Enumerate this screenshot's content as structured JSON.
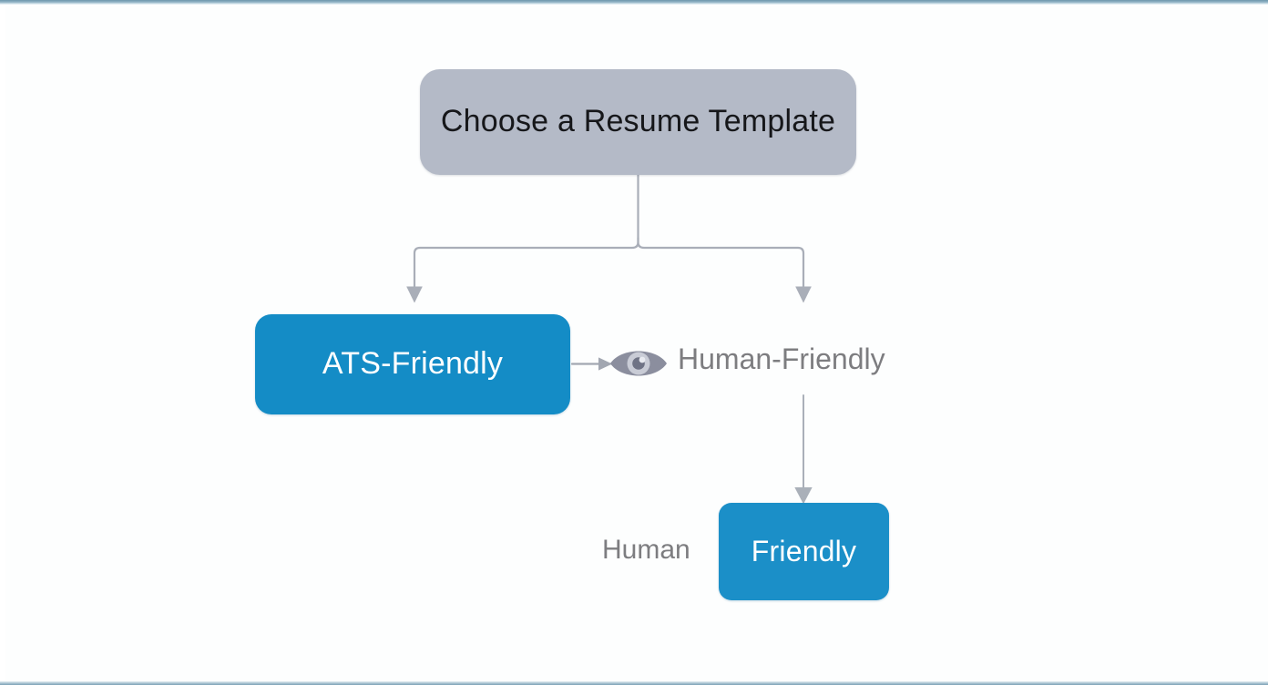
{
  "diagram": {
    "title_node": {
      "label": "Choose a Resume Template",
      "fill": "#b4bac7",
      "text_color": "#16171a"
    },
    "nodes": [
      {
        "id": "ats",
        "label": "ATS-Friendly",
        "fill": "#148cc6",
        "text_color": "#ffffff"
      },
      {
        "id": "friendly",
        "label": "Friendly",
        "fill": "#1b8fc8",
        "text_color": "#ffffff"
      }
    ],
    "labels": [
      {
        "id": "human-friendly",
        "text": "Human-Friendly",
        "color": "#7d7d80"
      },
      {
        "id": "human",
        "text": "Human",
        "color": "#7d7d80"
      }
    ],
    "icons": [
      {
        "id": "eye",
        "name": "eye-icon",
        "color": "#8b8e9e"
      }
    ],
    "connectors": {
      "color": "#a9aeb8",
      "edges": [
        {
          "from": "Choose a Resume Template",
          "to": "ATS-Friendly",
          "style": "orthogonal-elbow-arrow"
        },
        {
          "from": "Choose a Resume Template",
          "to": "Human-Friendly",
          "style": "orthogonal-elbow-arrow"
        },
        {
          "from": "ATS-Friendly",
          "to": "eye-icon",
          "style": "straight-arrow-right"
        },
        {
          "from": "Human-Friendly",
          "to": "Friendly",
          "style": "straight-arrow-down"
        }
      ]
    },
    "canvas": {
      "background": "#fdfefe",
      "top_band": "#8fb2c4",
      "bottom_band": "#a9c4d2"
    }
  }
}
